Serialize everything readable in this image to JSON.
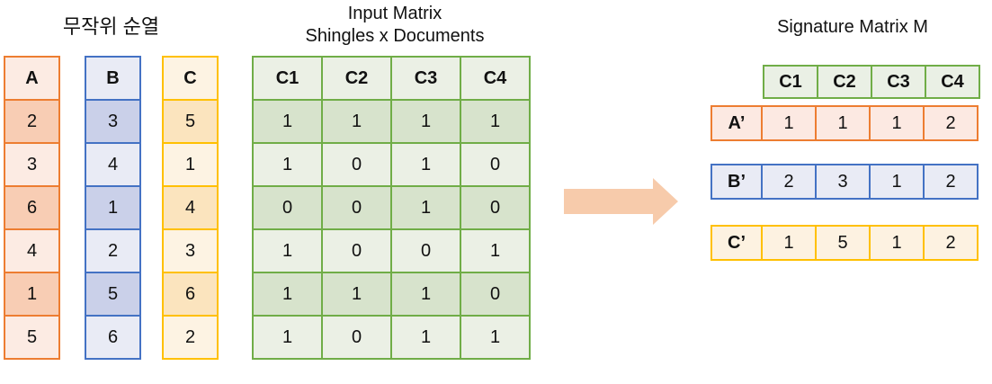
{
  "titles": {
    "permutation": "무작위 순열",
    "input_matrix_line1": "Input Matrix",
    "input_matrix_line2": "Shingles x Documents",
    "signature_matrix": "Signature Matrix M"
  },
  "permutations": [
    {
      "name": "A",
      "values": [
        2,
        3,
        6,
        4,
        1,
        5
      ]
    },
    {
      "name": "B",
      "values": [
        3,
        4,
        1,
        2,
        5,
        6
      ]
    },
    {
      "name": "C",
      "values": [
        5,
        1,
        4,
        3,
        6,
        2
      ]
    }
  ],
  "input_matrix": {
    "columns": [
      "C1",
      "C2",
      "C3",
      "C4"
    ],
    "rows": [
      [
        1,
        1,
        1,
        1
      ],
      [
        1,
        0,
        1,
        0
      ],
      [
        0,
        0,
        1,
        0
      ],
      [
        1,
        0,
        0,
        1
      ],
      [
        1,
        1,
        1,
        0
      ],
      [
        1,
        0,
        1,
        1
      ]
    ]
  },
  "signature_matrix": {
    "columns": [
      "C1",
      "C2",
      "C3",
      "C4"
    ],
    "rows": [
      {
        "name": "A’",
        "values": [
          1,
          1,
          1,
          2
        ]
      },
      {
        "name": "B’",
        "values": [
          2,
          3,
          1,
          2
        ]
      },
      {
        "name": "C’",
        "values": [
          1,
          5,
          1,
          2
        ]
      }
    ]
  },
  "colors": {
    "perm_a_border": "#ED7D31",
    "perm_a_light": "#FCEBE3",
    "perm_a_dark": "#F8CDB4",
    "perm_b_border": "#4472C4",
    "perm_b_light": "#E9EBF5",
    "perm_b_dark": "#CAD0E9",
    "perm_c_border": "#FFC000",
    "perm_c_light": "#FDF3E3",
    "perm_c_dark": "#FBE4BE",
    "matrix_border": "#70AD47",
    "matrix_light": "#EBF0E5",
    "matrix_dark": "#D7E3CC",
    "arrow": "#F7CBAB"
  }
}
